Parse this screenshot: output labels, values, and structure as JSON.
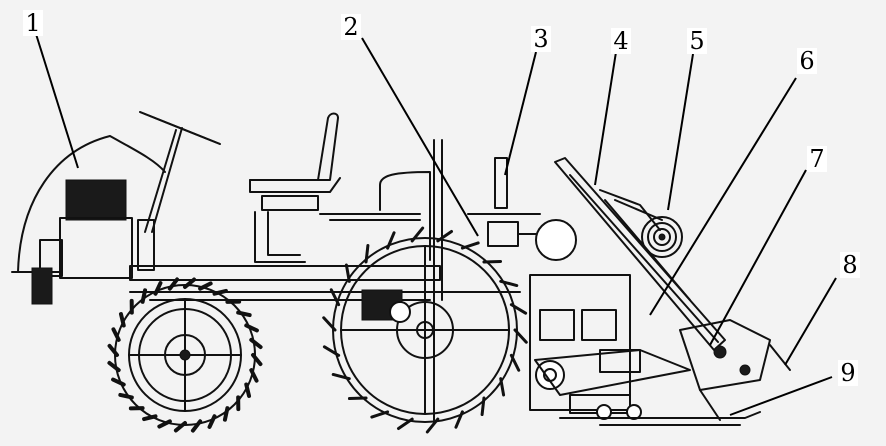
{
  "callouts": [
    {
      "id": "callout-1",
      "label": "1"
    },
    {
      "id": "callout-2",
      "label": "2"
    },
    {
      "id": "callout-3",
      "label": "3"
    },
    {
      "id": "callout-4",
      "label": "4"
    },
    {
      "id": "callout-5",
      "label": "5"
    },
    {
      "id": "callout-6",
      "label": "6"
    },
    {
      "id": "callout-7",
      "label": "7"
    },
    {
      "id": "callout-8",
      "label": "8"
    },
    {
      "id": "callout-9",
      "label": "9"
    }
  ],
  "colors": {
    "line": "#111111",
    "background": "#f3f3f3",
    "label_background": "#ffffff"
  },
  "parts": [
    "engine-hood",
    "steering-wheel",
    "seat",
    "front-wheel",
    "rear-lug-wheel",
    "seedling-tray",
    "belt-roll",
    "planting-mechanism",
    "float-plate"
  ]
}
